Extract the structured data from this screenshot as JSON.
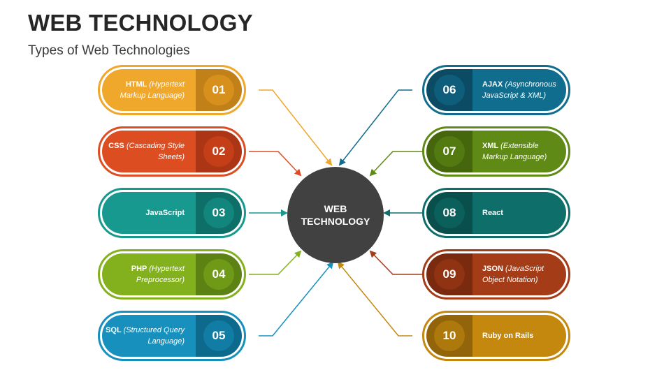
{
  "header": {
    "title": "WEB TECHNOLOGY",
    "subtitle": "Types of Web Technologies"
  },
  "hub": {
    "label": "WEB\nTECHNOLOGY",
    "color": "#414141"
  },
  "items": [
    {
      "num": "01",
      "name": "HTML",
      "desc": "(Hypertext Markup Language)",
      "main": "#efa72c",
      "dark": "#c28018",
      "circle": "#d8901d"
    },
    {
      "num": "02",
      "name": "CSS",
      "desc": "(Cascading Style Sheets)",
      "main": "#dd4d22",
      "dark": "#ab3514",
      "circle": "#c43f17"
    },
    {
      "num": "03",
      "name": "JavaScript",
      "desc": "",
      "main": "#179990",
      "dark": "#0e6e68",
      "circle": "#12857d"
    },
    {
      "num": "04",
      "name": "PHP",
      "desc": "(Hypertext Preprocessor)",
      "main": "#83b11e",
      "dark": "#5c8214",
      "circle": "#6f9a18"
    },
    {
      "num": "05",
      "name": "SQL",
      "desc": "(Structured Query Language)",
      "main": "#1790bd",
      "dark": "#0e6a8d",
      "circle": "#117ca4"
    },
    {
      "num": "06",
      "name": "AJAX",
      "desc": "(Asynchronous JavaScript & XML)",
      "main": "#116d8e",
      "dark": "#0b4c64",
      "circle": "#0e5e7b"
    },
    {
      "num": "07",
      "name": "XML",
      "desc": "(Extensible Markup Language)",
      "main": "#5f8a15",
      "dark": "#45660d",
      "circle": "#537a11"
    },
    {
      "num": "08",
      "name": "React",
      "desc": "",
      "main": "#0e6f6a",
      "dark": "#09504c",
      "circle": "#0b605b"
    },
    {
      "num": "09",
      "name": "JSON",
      "desc": "(JavaScript Object Notation)",
      "main": "#a33c17",
      "dark": "#7a2a0e",
      "circle": "#8f3312"
    },
    {
      "num": "10",
      "name": "Ruby on Rails",
      "desc": "",
      "main": "#c4880f",
      "dark": "#93650a",
      "circle": "#ad780c"
    }
  ]
}
